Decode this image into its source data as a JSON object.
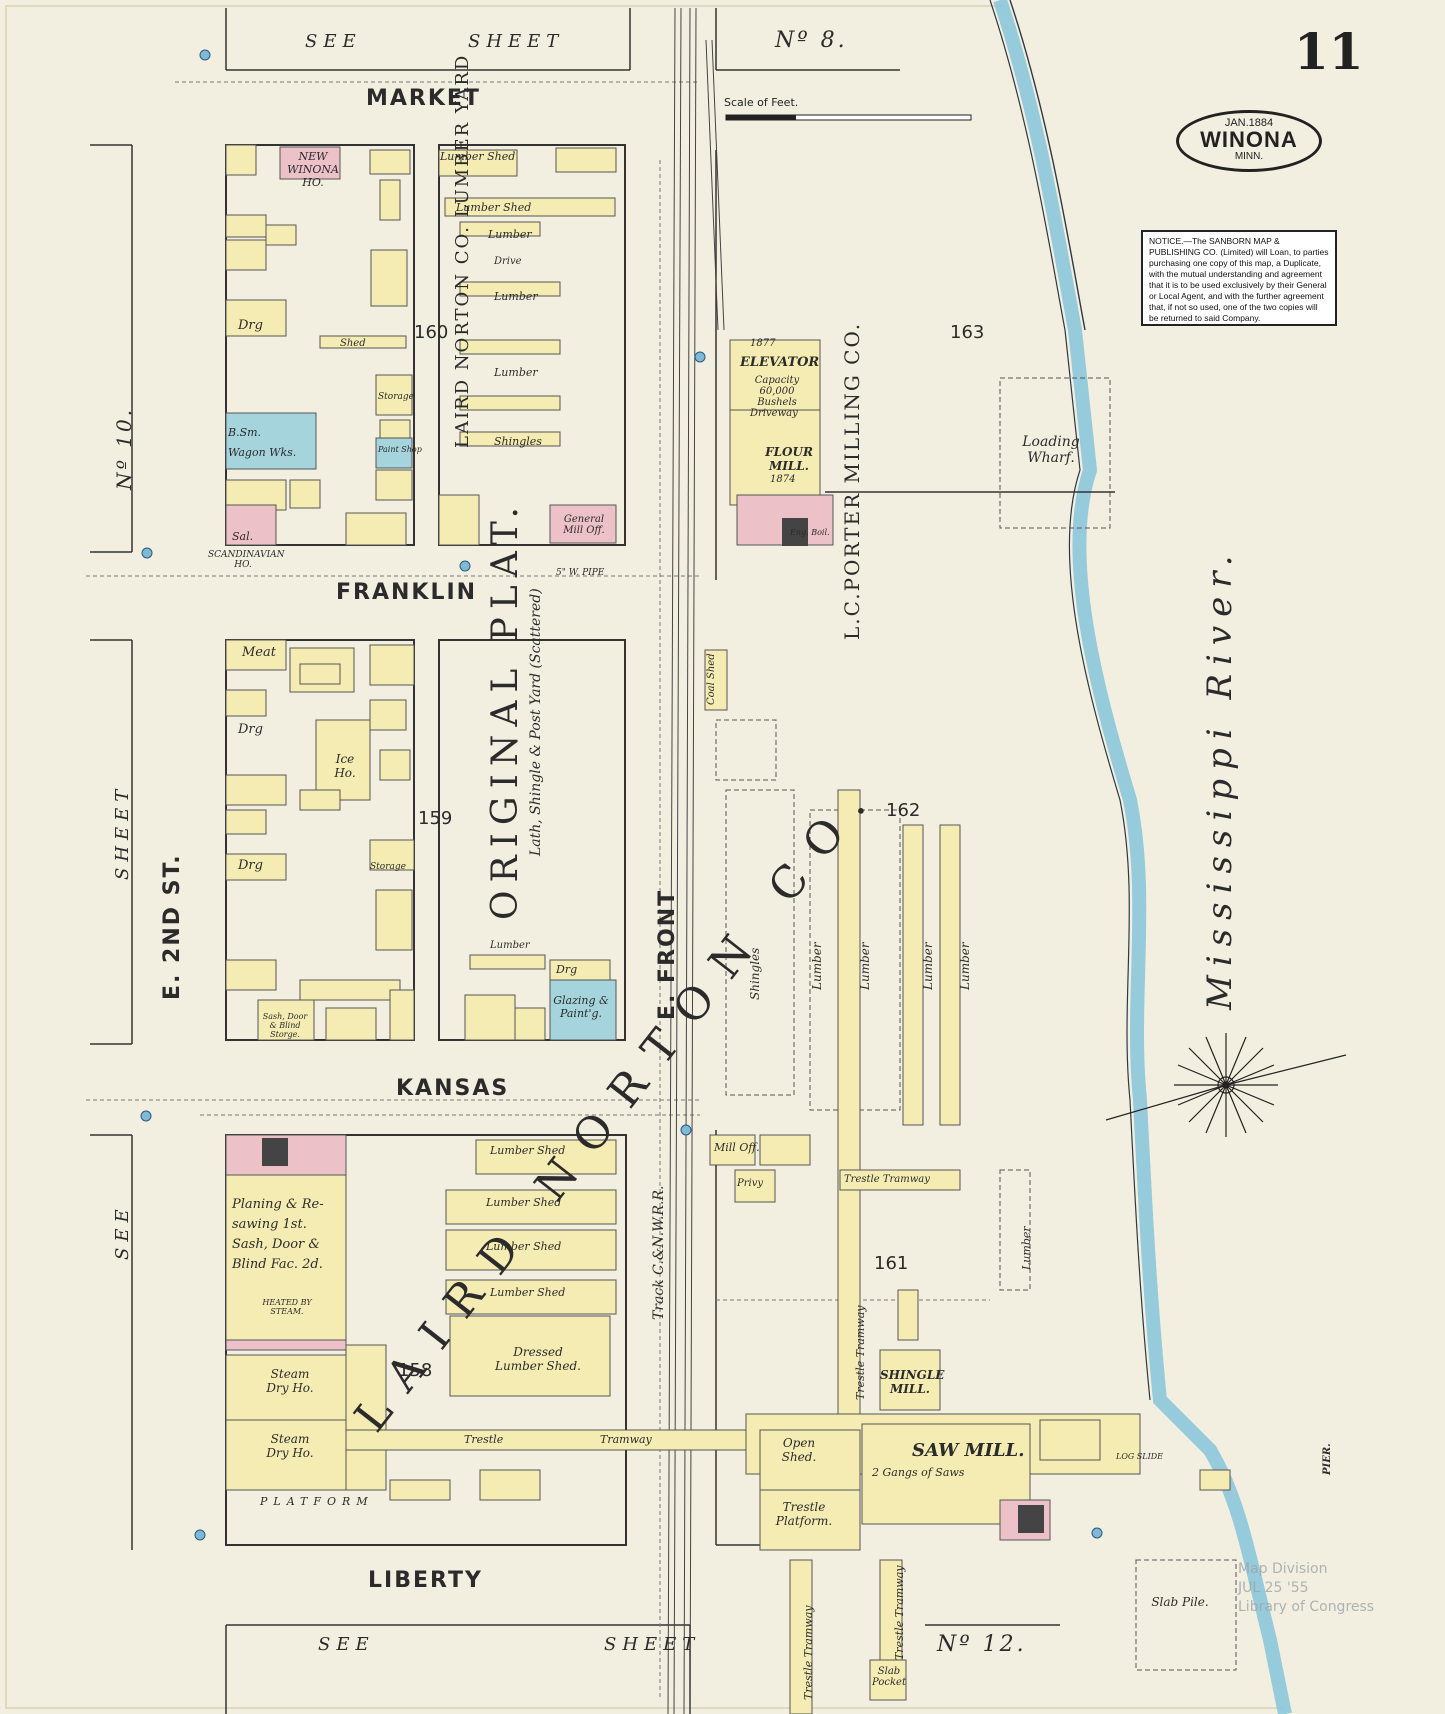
{
  "sheet_number": "11",
  "seal": {
    "date": "JAN.1884",
    "city": "WINONA",
    "state": "MINN."
  },
  "scale_label": "Scale of Feet.",
  "notice_text": "NOTICE.—The SANBORN MAP & PUBLISHING CO. (Limited) will Loan, to parties purchasing one copy of this map, a Duplicate, with the mutual understanding and agreement that it is to be used exclusively by their General or Local Agent, and with the further agreement that, if not so used, one of the two copies will be returned to said Company.",
  "streets": {
    "market": "MARKET",
    "franklin": "FRANKLIN",
    "kansas": "KANSAS",
    "liberty": "LIBERTY",
    "front": "E. FRONT",
    "second": "E. 2ND ST.",
    "track": "Track C.&N.W.R.R."
  },
  "sheet_refs": {
    "top_see": "SEE",
    "top_sheet": "SHEET",
    "top_no": "Nº 8.",
    "bottom_see": "SEE",
    "bottom_sheet": "SHEET",
    "bottom_no": "Nº 12.",
    "left_no": "Nº 10.",
    "left_sheet": "SHEET",
    "left_see": "SEE"
  },
  "river": {
    "name": "Mississippi River."
  },
  "company_labels": {
    "original_plat": "ORIGINAL PLAT.",
    "laird_norton": "LAIRD NORTON CO.",
    "porter": "L.C.PORTER MILLING CO.",
    "laird_yard": "LAIRD NORTON CO. LUMBER YARD",
    "lath_yard": "Lath, Shingle & Post Yard (Scattered)"
  },
  "block_numbers": [
    "160",
    "163",
    "159",
    "162",
    "161",
    "158"
  ],
  "buildings": {
    "new_winona": "NEW WINONA HO.",
    "sal": "Sal.",
    "drg": "Drg",
    "shed": "Shed",
    "storage": "Storage",
    "paint_shop": "Paint Shop",
    "wagon": "Wagon Wks.",
    "b_sm": "B.Sm.",
    "general_mill_off": "General Mill Off.",
    "lumber_shed": "Lumber Shed",
    "lumber": "Lumber",
    "drive": "Drive",
    "shingles": "Shingles",
    "elevator": "ELEVATOR",
    "elevator_cap": "Capacity 60,000 Bushels",
    "driveway": "Driveway",
    "flour_mill": "FLOUR MILL.",
    "flour_year": "1874",
    "elev_year": "1877",
    "loading_wharf": "Loading Wharf.",
    "meat": "Meat",
    "ice_ho": "Ice Ho.",
    "coal_shed": "Coal Shed",
    "glazing": "Glazing & Paint'g.",
    "sash_door": "Sash, Door & Blind Storge.",
    "mill_off": "Mill Off.",
    "privy": "Privy",
    "trestle_tramway": "Trestle Tramway",
    "planing": "Planing & Re-sawing 1st. Sash, Door & Blind Fac. 2d.",
    "heated_by_steam": "HEATED BY STEAM.",
    "steam_dry": "Steam Dry Ho.",
    "dressed_lumber": "Dressed Lumber Shed.",
    "shingle_mill": "SHINGLE MILL.",
    "saw_mill": "SAW MILL.",
    "saw_gangs": "2 Gangs of Saws",
    "open_shed": "Open Shed.",
    "trestle_platform": "Trestle Platform.",
    "platform": "PLATFORM",
    "slab_pile": "Slab Pile.",
    "slab_pocket": "Slab Pocket",
    "pier": "PIER.",
    "log_slide": "LOG SLIDE",
    "tramway": "Tramway",
    "trestle": "Trestle",
    "scandinavian": "SCANDINAVIAN HO.",
    "engine": "Eng. Boil.",
    "pipe": "5\" W. PIPE"
  },
  "stamp": [
    "Map Division",
    "JUL 25 '55",
    "Library of Congress"
  ],
  "colors": {
    "paper": "#f3efe0",
    "wood": "#f4ecb2",
    "brick": "#ecc1c8",
    "stone": "#a5d4dc",
    "water": "#9fcfdf",
    "ink": "#2b2b2b"
  }
}
